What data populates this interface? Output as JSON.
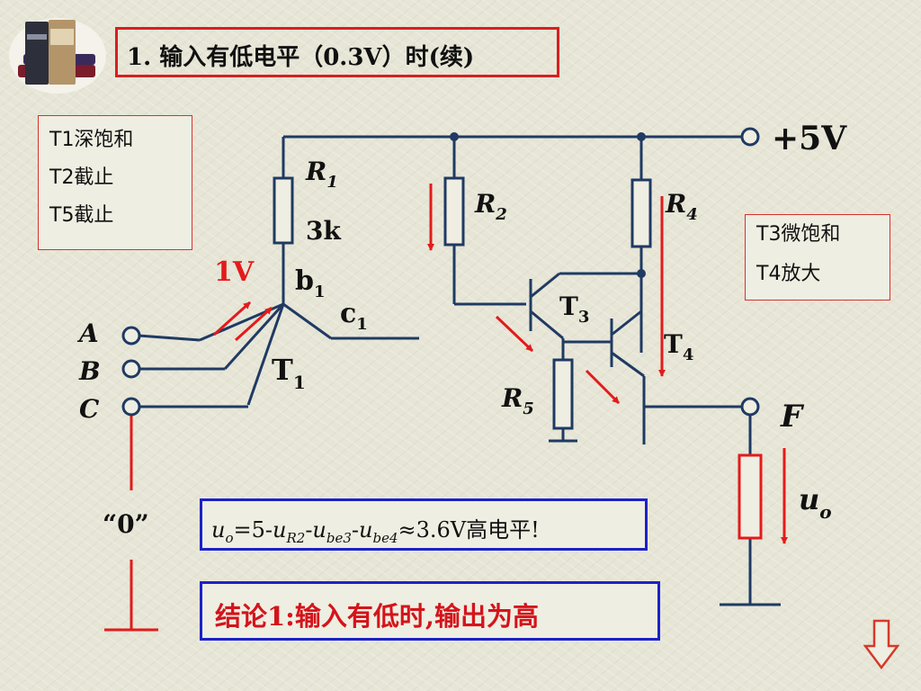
{
  "title": "1. 输入有低电平（0.3V）时(续)",
  "state_left": [
    "T1深饱和",
    "T2截止",
    "T5截止"
  ],
  "state_right": [
    "T3微饱和",
    "T4放大"
  ],
  "labels": {
    "vcc": "+5V",
    "r1": "R",
    "r1_sub": "1",
    "r1_value": "3k",
    "r2": "R",
    "r2_sub": "2",
    "r4": "R",
    "r4_sub": "4",
    "r5": "R",
    "r5_sub": "5",
    "b1": "b",
    "b1_sub": "1",
    "c1": "c",
    "c1_sub": "1",
    "t1": "T",
    "t1_sub": "1",
    "t3": "T",
    "t3_sub": "3",
    "t4": "T",
    "t4_sub": "4",
    "v1": "1V",
    "in_a": "A",
    "in_b": "B",
    "in_c": "C",
    "zero": "“0”",
    "out_f": "F",
    "uo": "u",
    "uo_sub": "o"
  },
  "formula": {
    "u": "u",
    "o": "o",
    "eq": "=5-",
    "r2": "R2",
    "dash1": "-",
    "be3": "be3",
    "dash2": "-",
    "be4": "be4",
    "result": "≈3.6V高电平!"
  },
  "conclusion": "结论1:输入有低时,输出为高",
  "colors": {
    "wire": "#1f3a63",
    "resistor_red": "#d81f1f",
    "arrow_red": "#e31b1b",
    "title_border": "#d81f1f",
    "formula_border": "#1c22c8",
    "conclusion_text": "#d4141b"
  },
  "icons": [
    "book-stack-icon",
    "down-arrow-icon"
  ]
}
